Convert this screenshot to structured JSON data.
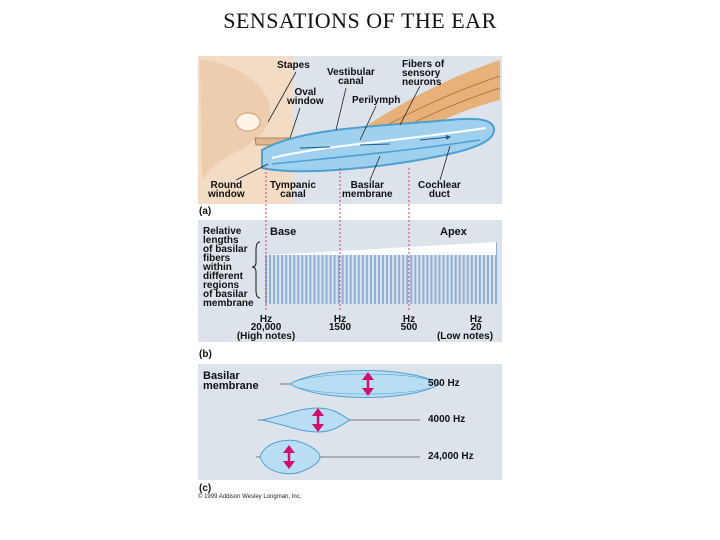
{
  "title": "SENSATIONS OF THE EAR",
  "panel_a": {
    "letter": "(a)",
    "labels": {
      "stapes": "Stapes",
      "vestibular_canal": "Vestibular\ncanal",
      "fibers": "Fibers of\nsensory\nneurons",
      "oval_window": "Oval\nwindow",
      "perilymph": "Perilymph",
      "round_window": "Round\nwindow",
      "tympanic_canal": "Tympanic\ncanal",
      "basilar_membrane": "Basilar\nmembrane",
      "cochlear_duct": "Cochlear\nduct"
    }
  },
  "panel_b": {
    "letter": "(b)",
    "side_label": "Relative\nlengths\nof basilar\nfibers\nwithin\ndifferent\nregions\nof basilar\nmembrane",
    "base": "Base",
    "apex": "Apex",
    "ticks": [
      {
        "unit": "Hz",
        "value": "20,000",
        "note": "(High notes)"
      },
      {
        "unit": "Hz",
        "value": "1500",
        "note": ""
      },
      {
        "unit": "Hz",
        "value": "500",
        "note": ""
      },
      {
        "unit": "Hz",
        "value": "20",
        "note": "(Low notes)"
      }
    ]
  },
  "panel_c": {
    "letter": "(c)",
    "label": "Basilar\nmembrane",
    "freqs": [
      "500 Hz",
      "4000 Hz",
      "24,000 Hz"
    ]
  },
  "colors": {
    "panel_bg": "#dde3ea",
    "bone": "#f3dcc6",
    "canal": "#9fd0ee",
    "canal_dark": "#4f9fd2",
    "nerve": "#e7b27a",
    "arrow": "#d0106a",
    "guide": "#d63a86"
  },
  "copyright": "© 1999 Addison Wesley Longman, Inc."
}
